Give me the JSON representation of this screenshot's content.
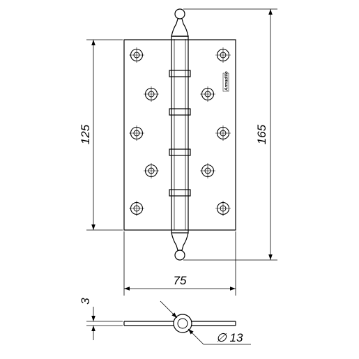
{
  "dimensions": {
    "plate_height": "125",
    "overall_height": "165",
    "width": "75",
    "thickness": "3",
    "knuckle_diameter": "∅ 13"
  },
  "brand_mark": "Armadillo"
}
